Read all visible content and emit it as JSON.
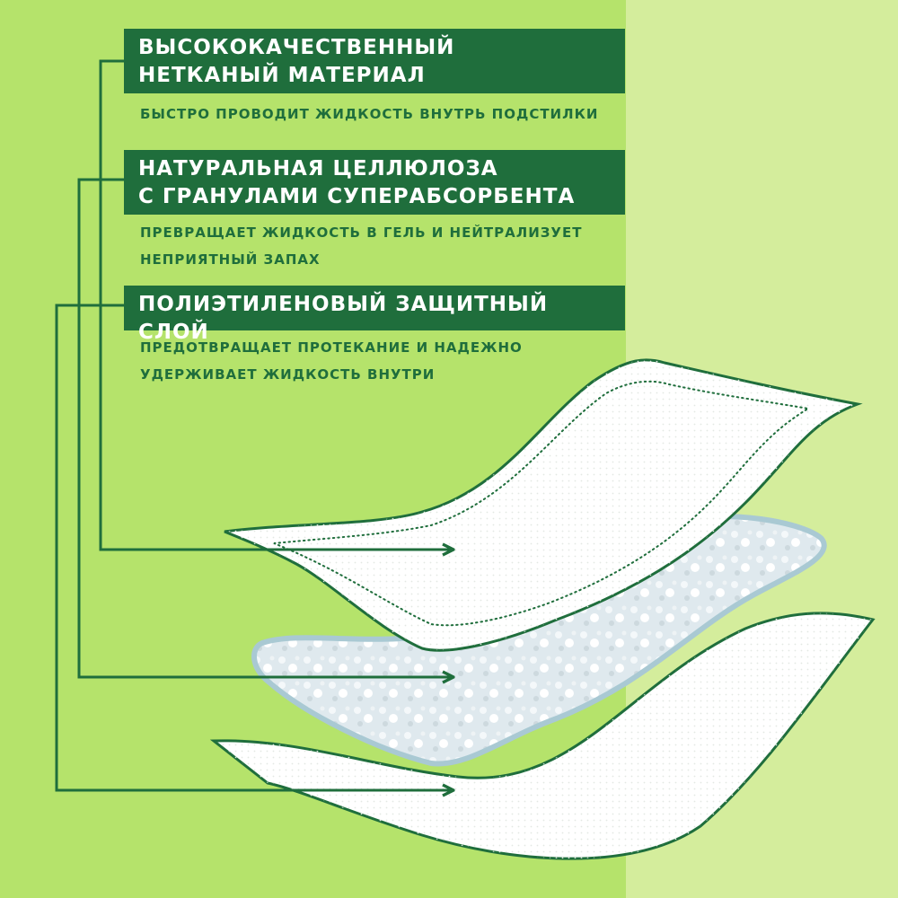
{
  "layers": [
    {
      "title": "ВЫСОКОКАЧЕСТВЕННЫЙ\nНЕТКАНЫЙ МАТЕРИАЛ",
      "description": "БЫСТРО ПРОВОДИТ ЖИДКОСТЬ ВНУТРЬ ПОДСТИЛКИ"
    },
    {
      "title": "НАТУРАЛЬНАЯ ЦЕЛЛЮЛОЗА\nС ГРАНУЛАМИ СУПЕРАБСОРБЕНТА",
      "description": "ПРЕВРАЩАЕТ ЖИДКОСТЬ В ГЕЛЬ И НЕЙТРАЛИЗУЕТ\nНЕПРИЯТНЫЙ ЗАПАХ"
    },
    {
      "title": "ПОЛИЭТИЛЕНОВЫЙ ЗАЩИТНЫЙ СЛОЙ",
      "description": "ПРЕДОТВРАЩАЕТ ПРОТЕКАНИЕ И НАДЕЖНО\nУДЕРЖИВАЕТ ЖИДКОСТЬ ВНУТРИ"
    }
  ],
  "colors": {
    "background_left": "#b5e36b",
    "background_right": "#d4ed9c",
    "label_fill": "#1f6e3c",
    "label_text": "#ffffff",
    "description_text": "#1f6e3c",
    "connector_line": "#1f6e3c",
    "sheet_fill": "#ffffff",
    "sheet_outline": "#1f6e3c",
    "absorbent_fill": "#dfe9ee",
    "absorbent_edge": "#a9c9d3"
  },
  "icons": {
    "connector_arrow": "arrow-right-icon"
  }
}
